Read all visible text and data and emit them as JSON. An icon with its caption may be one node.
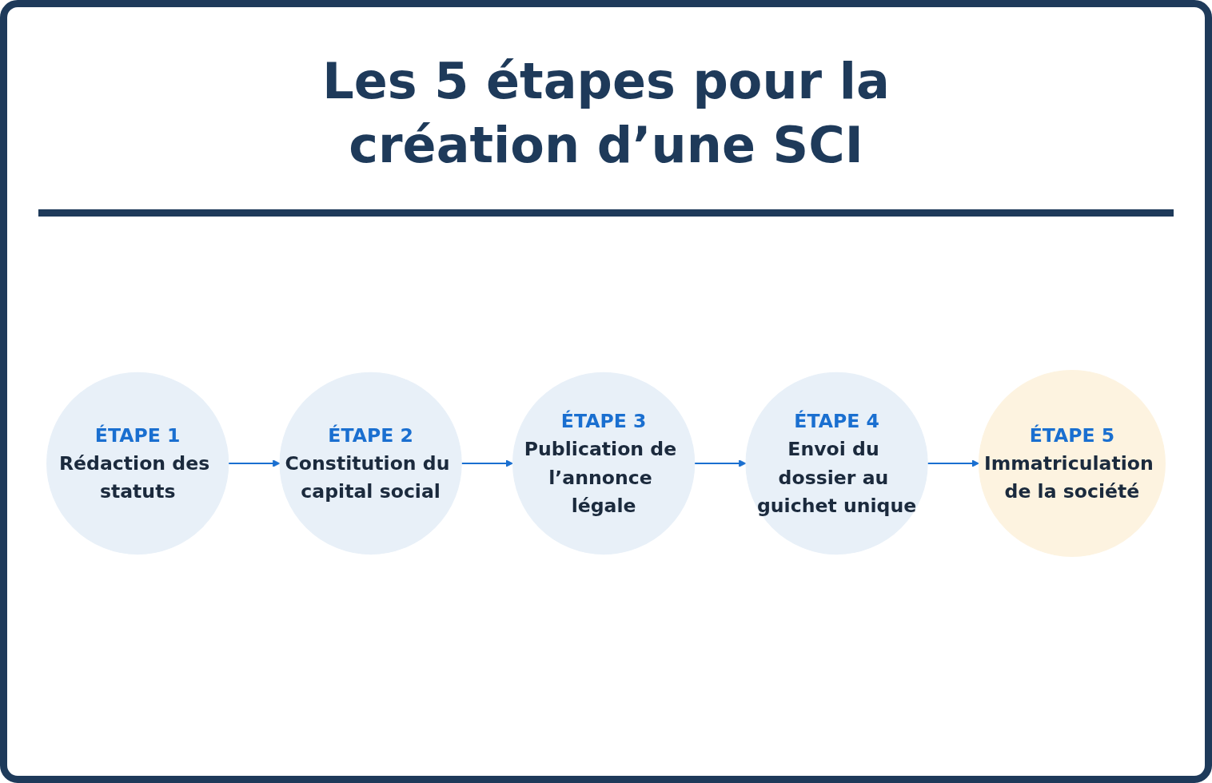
{
  "diagram": {
    "title": "Les 5 étapes pour la création d’une SCI",
    "nodes": [
      {
        "text": [
          "ÉTAPE 1",
          "Rédaction des statuts"
        ]
      },
      {
        "text": [
          "ÉTAPE 2",
          "Constitution du capital social"
        ]
      },
      {
        "text": [
          "ÉTAPE 3",
          "Publication de l’annonce légale"
        ]
      },
      {
        "text": [
          "ÉTAPE 4",
          "Envoi du dossier au guichet unique"
        ]
      },
      {
        "text": [
          "ÉTAPE 5",
          "Immatriculation de la société"
        ]
      }
    ],
    "edges": [
      {
        "from": 0,
        "to": 1,
        "arrow": "to"
      },
      {
        "from": 1,
        "to": 2,
        "arrow": "to"
      },
      {
        "from": 2,
        "to": 3,
        "arrow": "to"
      },
      {
        "from": 3,
        "to": 4,
        "arrow": "to"
      }
    ]
  }
}
